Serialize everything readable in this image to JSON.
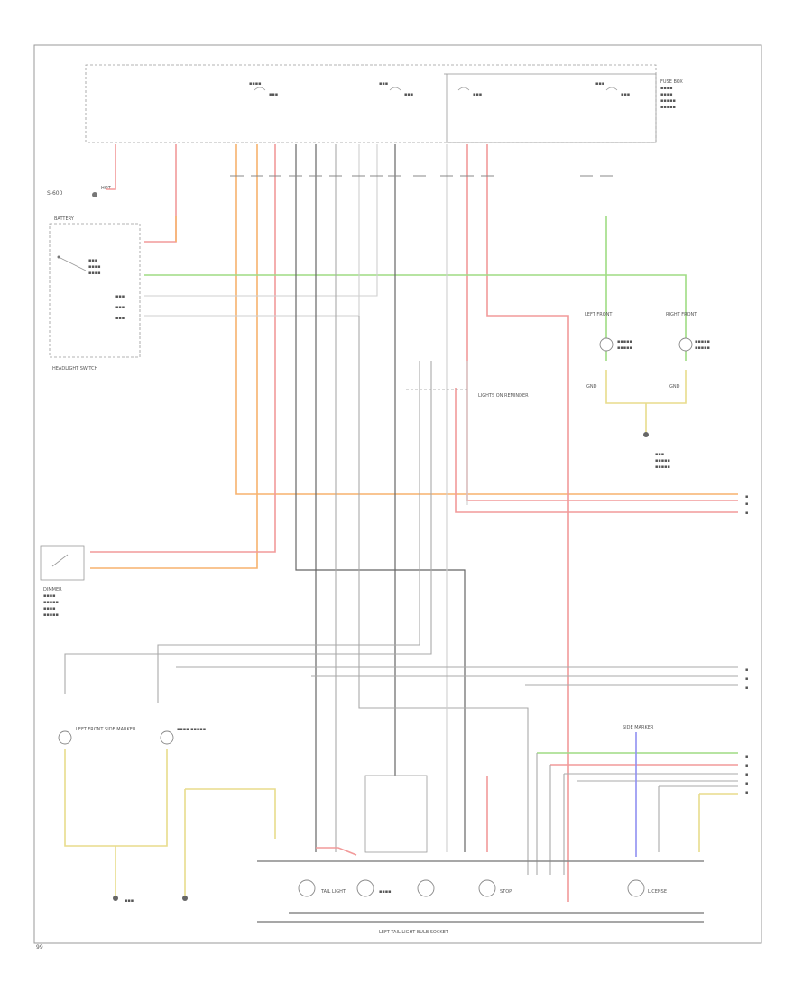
{
  "diagram": {
    "components": {
      "fuse_block_label": "FUSE BOX",
      "headlight_switch_label": "HEADLIGHT SWITCH",
      "battery_label": "BATTERY",
      "hot_at_all_times_label": "HOT",
      "taillight_bulb_socket_label": "LEFT TAIL LIGHT BULB SOCKET",
      "page_tag": "99",
      "side_connector_label": "S-600"
    },
    "lamp_labels": {
      "left_front_parking": "LEFT FRONT",
      "right_front_parking": "RIGHT FRONT",
      "left_front_side_marker": "LEFT FRONT SIDE MARKER",
      "tail_lamp": "TAIL LIGHT",
      "stop_lamp": "STOP",
      "side_marker_lamp": "SIDE MARKER",
      "license_lamp": "LICENSE"
    },
    "connector_labels": {
      "ground_label": "GND",
      "lights_on_relay": "LIGHTS ON REMINDER",
      "dimmer_label": "DIMMER"
    },
    "colors": {
      "red_wire": "#f29a9a",
      "orange_wire": "#f7b26e",
      "green_wire": "#9fdc84",
      "yellow_wire": "#e8dc8c",
      "blue_wire": "#8f8ff2",
      "gray_wire": "#a9a9a9",
      "black_wire": "#666666"
    }
  }
}
